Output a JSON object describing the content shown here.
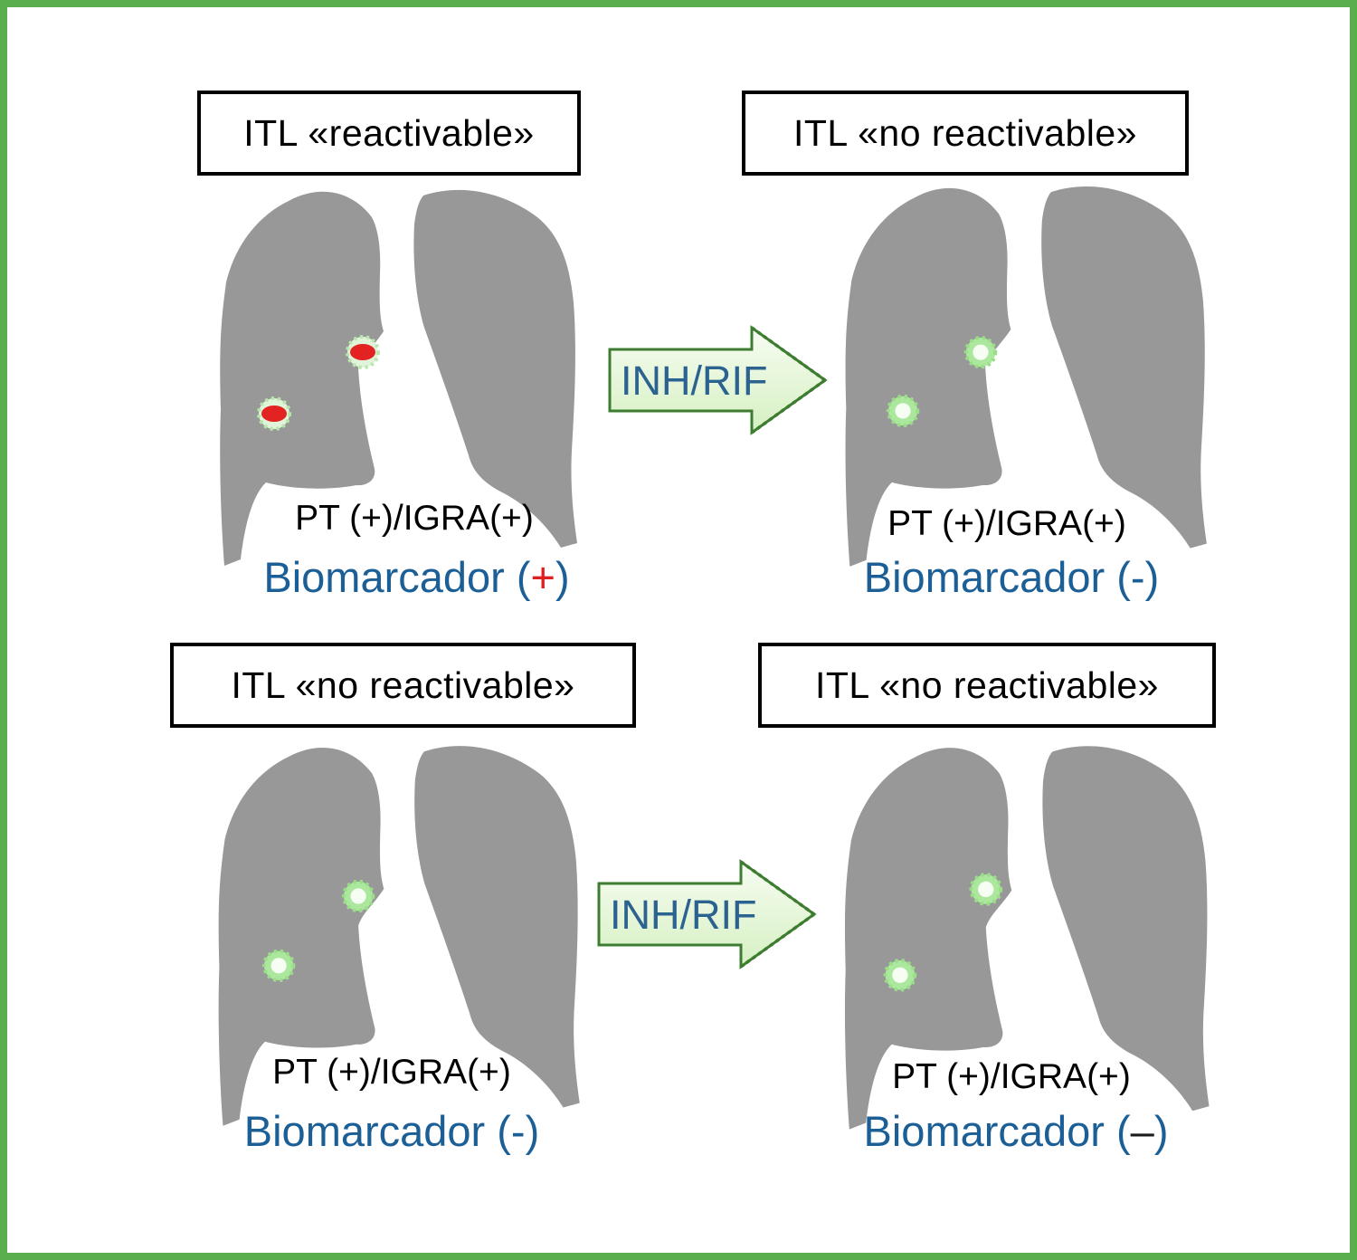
{
  "figure": {
    "description": "Four-panel lung diagram comparing reactivatable vs non-reactivatable latent TB infection before and after INH/RIF treatment",
    "frame_border_color": "#5BAE4E",
    "background_color": "#FFFFFF"
  },
  "colors": {
    "lung_gray": "#989898",
    "title_text": "#000000",
    "pt_text": "#000000",
    "biomarker_blue": "#1C5F96",
    "inhrif_text_blue": "#2B6290",
    "arrow_border_green": "#3E7D31",
    "arrow_fill_top": "#F7FCF3",
    "arrow_fill_bottom": "#D5F0C2",
    "lesion_red": "#E32222",
    "lesion_red_halo": "#DFF4D8",
    "lesion_green_halo": "#ACE79E",
    "lesion_core_white": "#F6FEF4"
  },
  "arrows": [
    {
      "label": "INH/RIF"
    },
    {
      "label": "INH/RIF"
    }
  ],
  "panels": [
    {
      "id": "top-left",
      "title": "ITL «reactivable»",
      "pt_label": "PT (+)/IGRA(+)",
      "bio_prefix": "Biomarcador (",
      "bio_sign": "+",
      "bio_suffix": ")",
      "bio_sign_color": "#DD2121",
      "lesion_state": "active-red"
    },
    {
      "id": "top-right",
      "title": "ITL «no reactivable»",
      "pt_label": "PT (+)/IGRA(+)",
      "bio_prefix": "Biomarcador (",
      "bio_sign": "-",
      "bio_suffix": ")",
      "bio_sign_color": "#1C5F96",
      "lesion_state": "healed-green"
    },
    {
      "id": "bottom-left",
      "title": "ITL «no reactivable»",
      "pt_label": "PT (+)/IGRA(+)",
      "bio_prefix": "Biomarcador (",
      "bio_sign": "-",
      "bio_suffix": ")",
      "bio_sign_color": "#1C5F96",
      "lesion_state": "healed-green"
    },
    {
      "id": "bottom-right",
      "title": "ITL «no reactivable»",
      "pt_label": "PT (+)/IGRA(+)",
      "bio_prefix": "Biomarcador (",
      "bio_sign": "–",
      "bio_suffix": ")",
      "bio_sign_color": "#1C1C1C",
      "lesion_state": "healed-green"
    }
  ]
}
